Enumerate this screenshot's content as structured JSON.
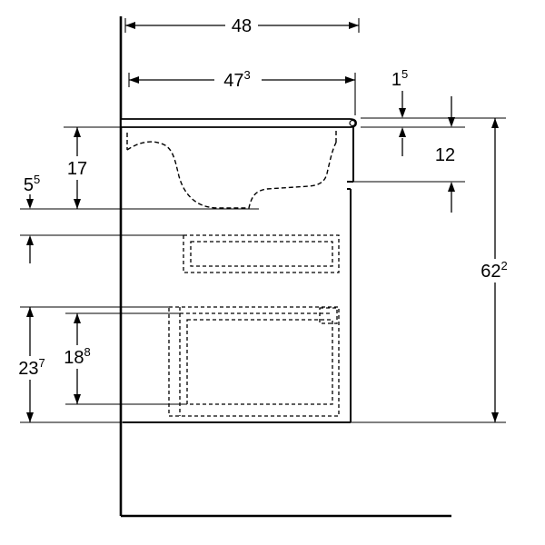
{
  "colors": {
    "ink": "#000000",
    "background": "#ffffff"
  },
  "dimensions": {
    "overall_width": {
      "main": "48",
      "sup": ""
    },
    "inner_width": {
      "main": "47",
      "sup": "3"
    },
    "slab_thickness": {
      "main": "1",
      "sup": "5"
    },
    "apron_height": {
      "main": "12",
      "sup": ""
    },
    "basin_depth": {
      "main": "17",
      "sup": ""
    },
    "gap_below_basin": {
      "main": "5",
      "sup": "5"
    },
    "overall_height": {
      "main": "62",
      "sup": "2"
    },
    "drawer_inner_height": {
      "main": "18",
      "sup": "8"
    },
    "drawer_outer_height": {
      "main": "23",
      "sup": "7"
    }
  }
}
